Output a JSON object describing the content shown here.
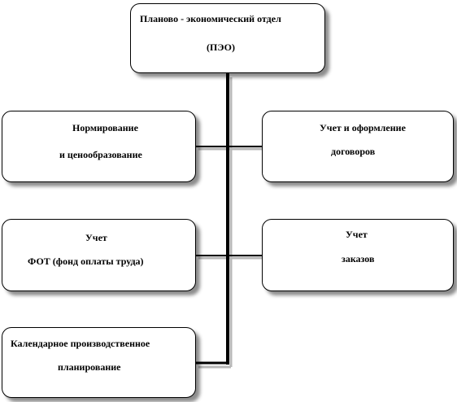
{
  "diagram": {
    "root": {
      "line1": "Планово - экономический отдел",
      "line2": "(ПЭО)"
    },
    "normirovanie": {
      "line1": "Нормирование",
      "line2": "и  ценообразование"
    },
    "dogovory": {
      "line1": "Учет и оформление",
      "line2": "договоров"
    },
    "fot": {
      "line1": "Учет",
      "line2": "ФОТ (фонд оплаты труда)"
    },
    "zakazy": {
      "line1": "Учет",
      "line2": "заказов"
    },
    "planirovanie": {
      "line1": "Календарное производственное",
      "line2": "планирование"
    },
    "colors": {
      "box_border": "#000000",
      "box_fill": "#ffffff",
      "connector": "#000000",
      "shadow": "#808080"
    }
  }
}
